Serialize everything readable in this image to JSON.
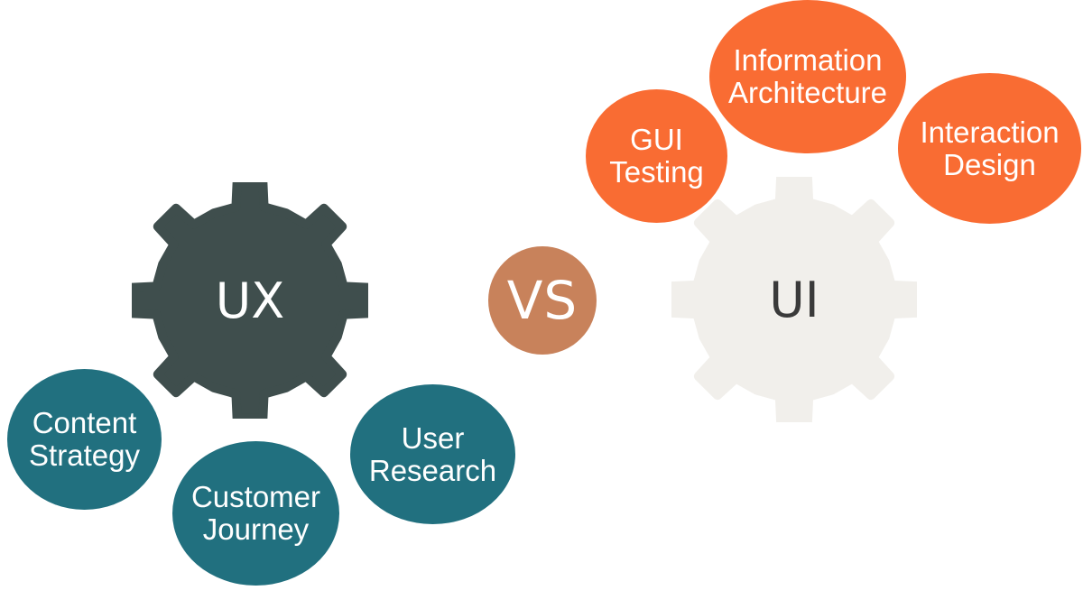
{
  "comparison": {
    "left_topic": "UX",
    "connector": "VS",
    "right_topic": "UI"
  },
  "ux": {
    "items": [
      "Content\nStrategy",
      "Customer\nJourney",
      "User\nResearch"
    ]
  },
  "ui": {
    "items": [
      "GUI\nTesting",
      "Information\nArchitecture",
      "Interaction\nDesign"
    ]
  },
  "colors": {
    "ux_gear": "#3f4e4d",
    "ui_gear": "#f1efeb",
    "ux_bubble": "#21707f",
    "ui_bubble": "#f96c33",
    "vs_circle": "#c8825b"
  }
}
